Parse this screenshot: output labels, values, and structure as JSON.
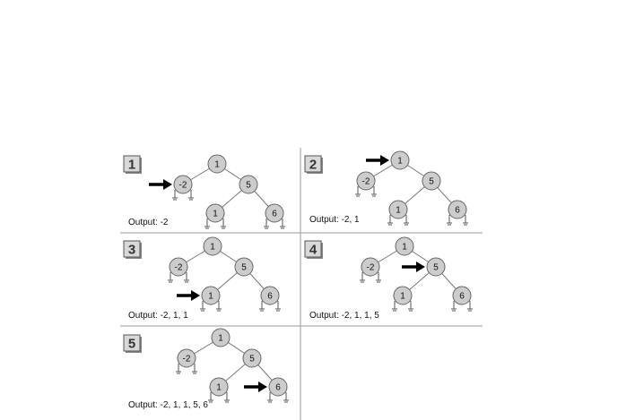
{
  "colors": {
    "node_fill": "#cccccc",
    "node_stroke": "#666666",
    "edge": "#777777",
    "arrow": "#000000",
    "divider": "#9a9a9a",
    "step_box_fill": "#d8d8d8"
  },
  "tree": {
    "nodes": [
      {
        "id": "n1",
        "label": "1"
      },
      {
        "id": "nm2",
        "label": "-2"
      },
      {
        "id": "n5",
        "label": "5"
      },
      {
        "id": "n1b",
        "label": "1"
      },
      {
        "id": "n6",
        "label": "6"
      }
    ],
    "edges": [
      [
        "n1",
        "nm2"
      ],
      [
        "n1",
        "n5"
      ],
      [
        "n5",
        "n1b"
      ],
      [
        "n5",
        "n6"
      ]
    ]
  },
  "steps": [
    {
      "number": "1",
      "output": "Output: -2",
      "pointer": "nm2"
    },
    {
      "number": "2",
      "output": "Output: -2, 1",
      "pointer": "n1"
    },
    {
      "number": "3",
      "output": "Output: -2, 1, 1",
      "pointer": "n1b"
    },
    {
      "number": "4",
      "output": "Output: -2, 1, 1, 5",
      "pointer": "n5"
    },
    {
      "number": "5",
      "output": "Output: -2, 1, 1, 5, 6",
      "pointer": "n6"
    }
  ]
}
